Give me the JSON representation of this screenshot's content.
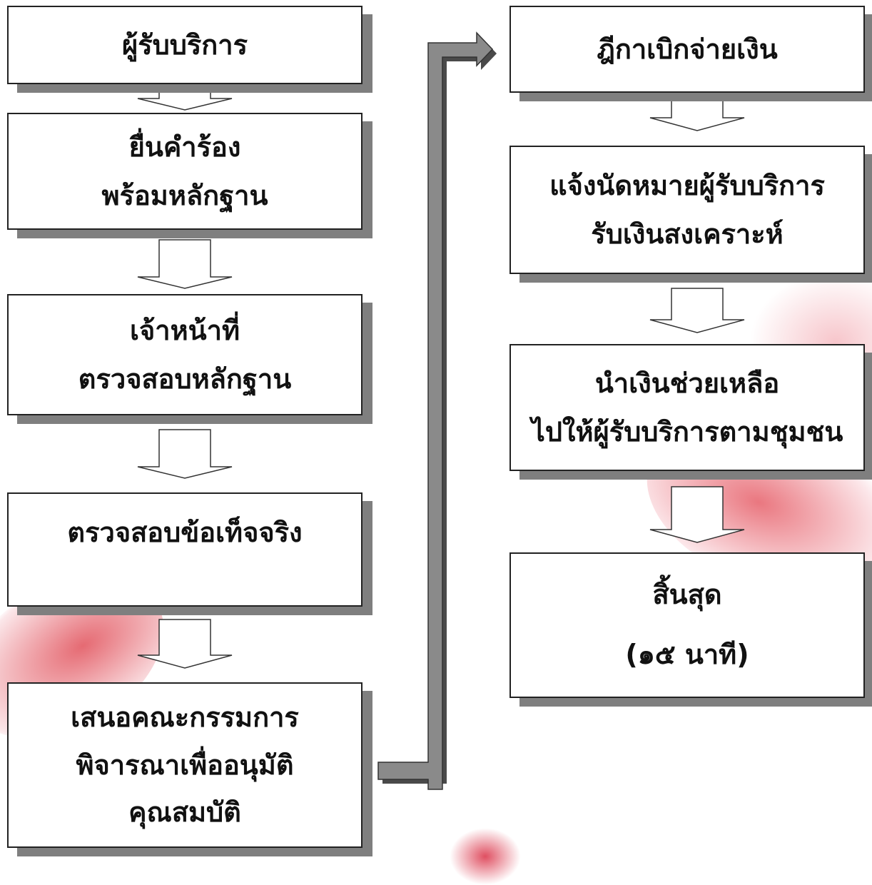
{
  "left_column": [
    {
      "lines": [
        "ผู้รับบริการ"
      ]
    },
    {
      "lines": [
        "ยื่นคำร้อง",
        "พร้อมหลักฐาน"
      ]
    },
    {
      "lines": [
        "เจ้าหน้าที่",
        "ตรวจสอบหลักฐาน"
      ]
    },
    {
      "lines": [
        "ตรวจสอบข้อเท็จจริง"
      ]
    },
    {
      "lines": [
        "เสนอคณะกรรมการ",
        "พิจารณาเพื่ออนุมัติ",
        "คุณสมบัติ"
      ]
    }
  ],
  "right_column": [
    {
      "lines": [
        "ฎีกาเบิกจ่ายเงิน"
      ]
    },
    {
      "lines": [
        "แจ้งนัดหมายผู้รับบริการ",
        "รับเงินสงเคราะห์"
      ]
    },
    {
      "lines": [
        "นำเงินช่วยเหลือ",
        "ไปให้ผู้รับบริการตามชุมชน"
      ]
    },
    {
      "lines": [
        "สิ้นสุด",
        "(๑๕ นาที)"
      ]
    }
  ],
  "colors": {
    "box_border": "#222222",
    "box_shadow": "#7f7f7f",
    "connector_fill": "#7f7f7f",
    "petal": "#e8707a"
  }
}
